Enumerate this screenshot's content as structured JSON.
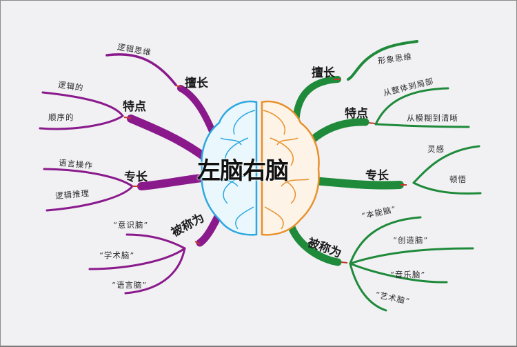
{
  "title": "左脑右脑",
  "colors": {
    "left_branch": "#8a1a8c",
    "right_branch": "#1e8a3a",
    "left_brain": "#2aa8e0",
    "right_brain": "#e8902a",
    "background": "#f1f0f3",
    "joint_mark": "#c0392b"
  },
  "left": {
    "branches": [
      {
        "label": "擅长",
        "children": [
          "逻辑思维"
        ]
      },
      {
        "label": "特点",
        "children": [
          "逻辑的",
          "顺序的"
        ]
      },
      {
        "label": "专长",
        "children": [
          "语言操作",
          "逻辑推理"
        ]
      },
      {
        "label": "被称为",
        "children": [
          "“意识脑”",
          "“学术脑”",
          "“语言脑”"
        ]
      }
    ]
  },
  "right": {
    "branches": [
      {
        "label": "擅长",
        "children": [
          "形象思维"
        ]
      },
      {
        "label": "特点",
        "children": [
          "从整体到局部",
          "从模糊到清晰"
        ]
      },
      {
        "label": "专长",
        "children": [
          "灵感",
          "顿悟"
        ]
      },
      {
        "label": "被称为",
        "children": [
          "“本能脑”",
          "“创造脑”",
          "“音乐脑”",
          "“艺术脑”"
        ]
      }
    ]
  }
}
